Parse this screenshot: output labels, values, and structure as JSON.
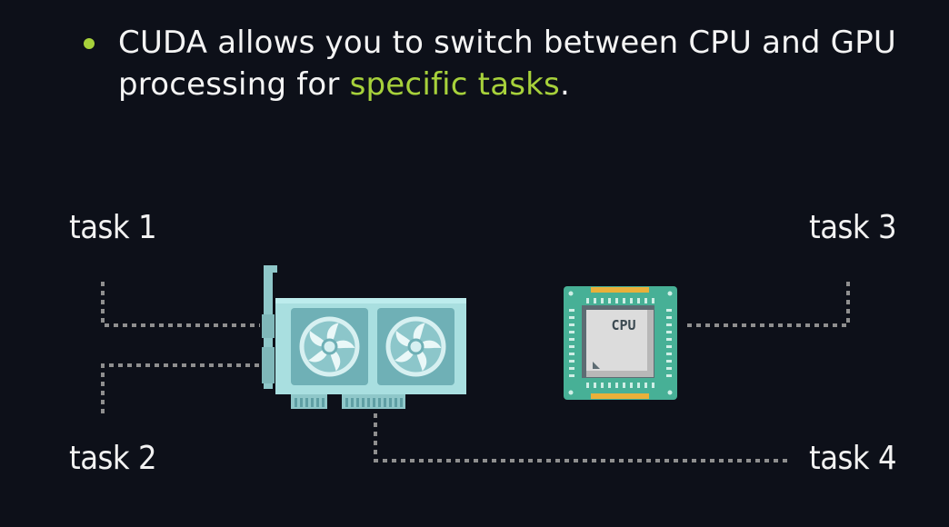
{
  "bullet": {
    "text_before": "CUDA allows you to switch between CPU and GPU processing for ",
    "highlight": "specific tasks",
    "text_after": "."
  },
  "tasks": {
    "task1": "task 1",
    "task2": "task 2",
    "task3": "task 3",
    "task4": "task 4"
  },
  "cpu": {
    "label": "CPU"
  },
  "colors": {
    "background": "#0d1019",
    "accent": "#a7d13b",
    "gpu_body": "#a9dfe0",
    "cpu_board": "#47b096",
    "cpu_pins": "#e9b03a",
    "connector": "#8f8f8f"
  },
  "icons": {
    "gpu": "graphics-card-icon",
    "cpu": "processor-chip-icon"
  }
}
